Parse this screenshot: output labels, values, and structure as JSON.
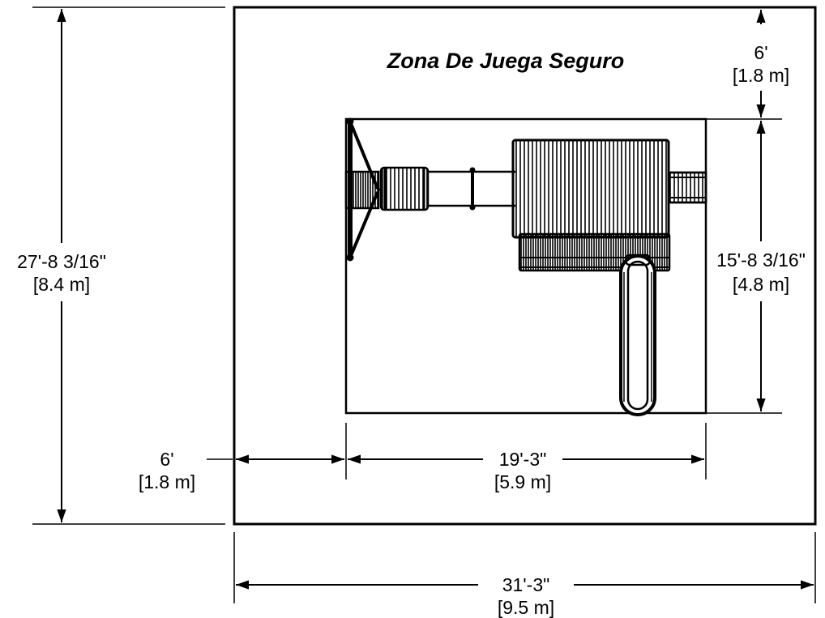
{
  "title": "Zona De Juega Seguro",
  "dimensions": {
    "total_height": {
      "imperial": "27'-8 3/16\"",
      "metric": "[8.4 m]"
    },
    "total_width": {
      "imperial": "31'-3\"",
      "metric": "[9.5 m]"
    },
    "play_height": {
      "imperial": "15'-8 3/16\"",
      "metric": "[4.8 m]"
    },
    "play_width": {
      "imperial": "19'-3\"",
      "metric": "[5.9 m]"
    },
    "top_margin": {
      "imperial": "6'",
      "metric": "[1.8 m]"
    },
    "left_margin": {
      "imperial": "6'",
      "metric": "[1.8 m]"
    }
  },
  "colors": {
    "line": "#000000",
    "background": "#ffffff"
  }
}
